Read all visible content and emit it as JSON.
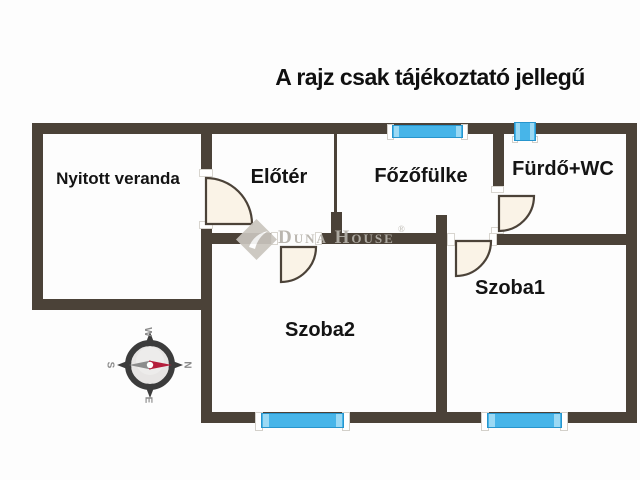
{
  "title": "A rajz csak tájékoztató jellegű",
  "rooms": {
    "veranda": "Nyitott veranda",
    "eloter": "Előtér",
    "fozofulke": "Főzőfülke",
    "furdo_wc": "Fürdő+WC",
    "szoba1": "Szoba1",
    "szoba2": "Szoba2"
  },
  "watermark": {
    "brand": "Duna House",
    "registered": "®"
  },
  "compass": {
    "top": "W",
    "right": "N",
    "bottom": "E",
    "left": "S"
  },
  "colors": {
    "wall": "#4b4238",
    "window_blue": "#47b5e9",
    "window_blue_light": "#9bd9f4",
    "window_border": "#2795cd",
    "door_fill": "#faf3e7",
    "compass_red": "#b51e3c",
    "compass_gray": "#8c8c8c",
    "watermark_gray": "#b5b1a9",
    "text": "#141414"
  }
}
